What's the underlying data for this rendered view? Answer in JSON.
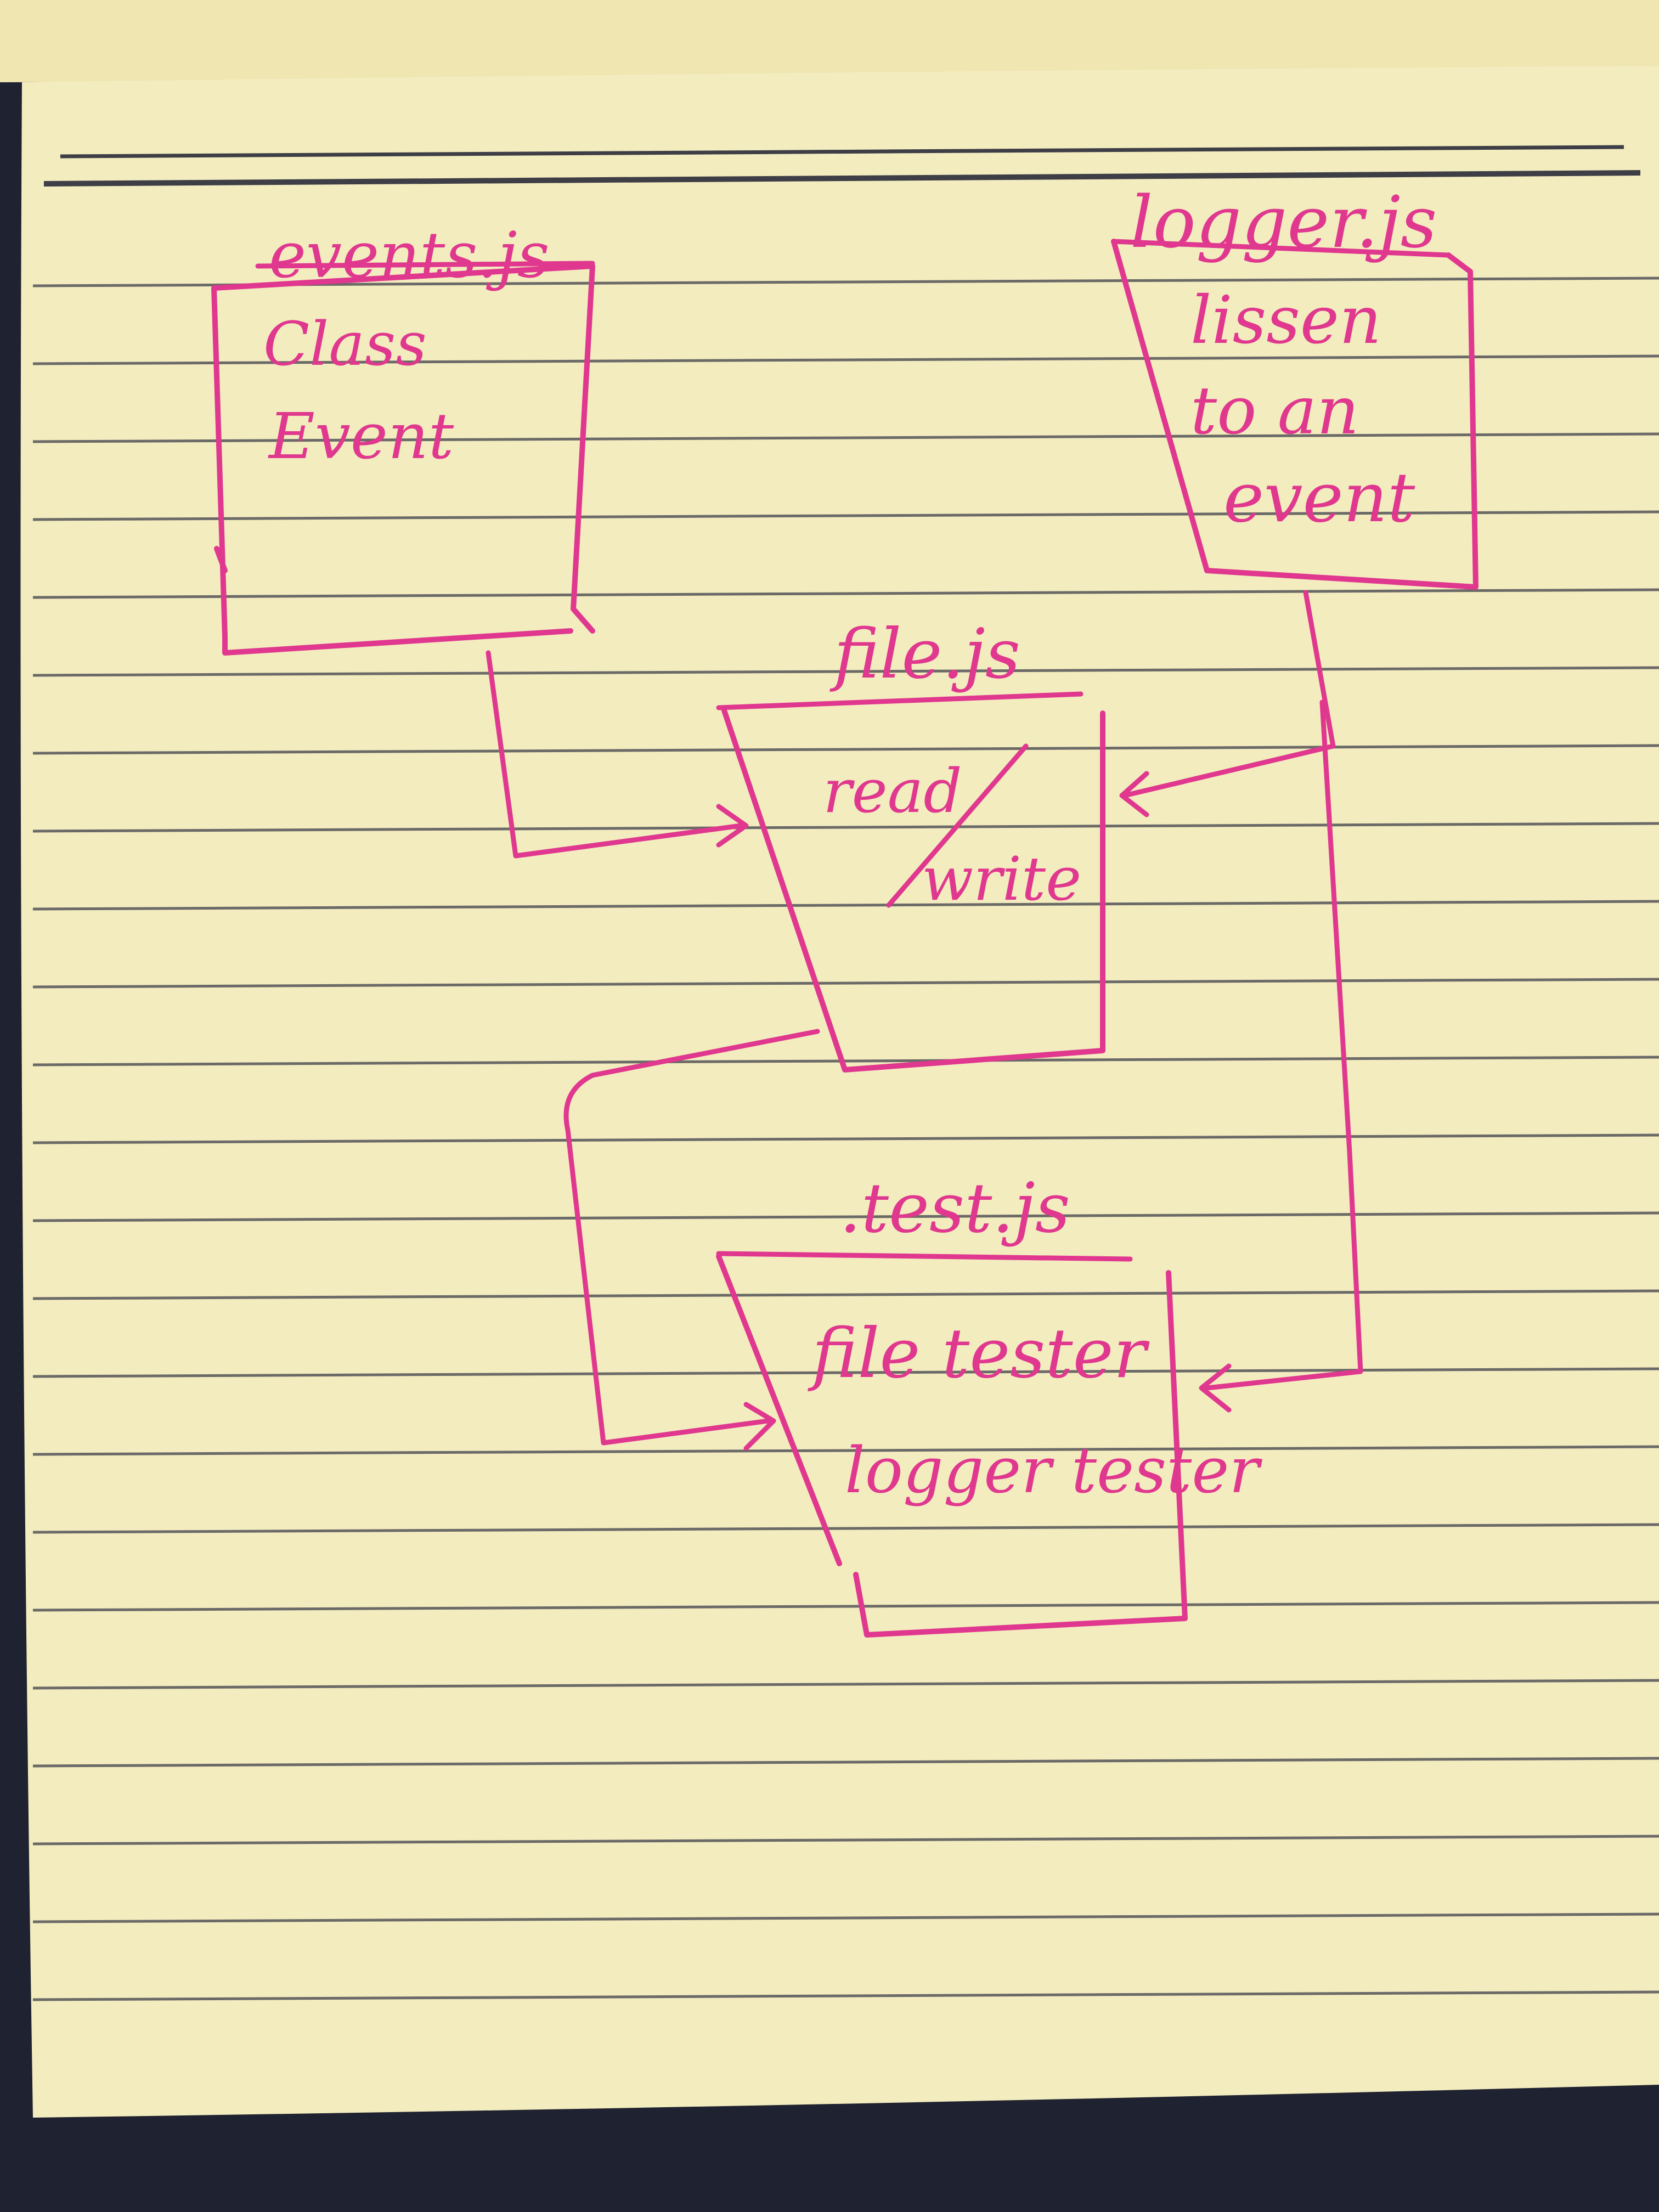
{
  "colors": {
    "paper": "#f3ecbf",
    "paper_top": "#efe6b2",
    "rule_line": "#4a4a52",
    "ink": "#e0388f",
    "background": "#1f2230"
  },
  "diagram": {
    "nodes": {
      "events": {
        "title": "events.js",
        "lines": [
          "Class",
          "Event"
        ]
      },
      "logger": {
        "title": "logger.js",
        "lines": [
          "lissen",
          "to an",
          "event"
        ]
      },
      "file": {
        "title": "file.js",
        "lines": [
          "read",
          "write"
        ]
      },
      "test": {
        "title": ".test.js",
        "lines": [
          "file tester",
          "logger tester"
        ]
      }
    },
    "edges": [
      {
        "from": "events.js",
        "to": "file.js"
      },
      {
        "from": "logger.js",
        "to": "file.js"
      },
      {
        "from": "file.js",
        "to": ".test.js"
      },
      {
        "from": "logger.js",
        "to": ".test.js"
      }
    ]
  }
}
